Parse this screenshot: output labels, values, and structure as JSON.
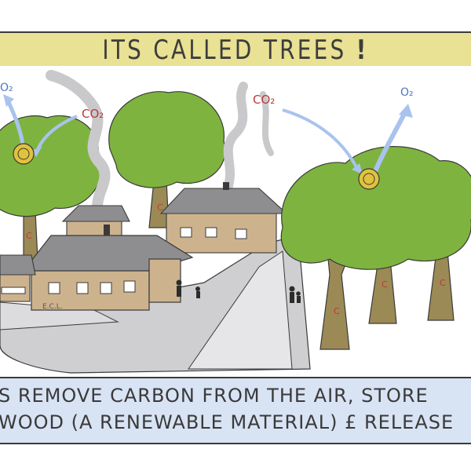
{
  "title": "ITS CALLED TREES",
  "title_mark": "!",
  "caption": {
    "line1": "S REMOVE CARBON FROM THE AIR, STORE",
    "line2": "WOOD (A RENEWABLE MATERIAL) £ RELEASE"
  },
  "labels": {
    "co2_left": "CO₂",
    "co2_mid": "CO₂",
    "o2_left": "O₂",
    "o2_right": "O₂",
    "carbon_mark": "C",
    "artist_signature": "E.C.L."
  },
  "colors": {
    "title_band": "#e9e193",
    "caption_band": "#d8e3f4",
    "tree_canopy": "#7fb33f",
    "tree_trunk": "#9b8a55",
    "house_wall": "#cdb38d",
    "roof": "#8e8e91",
    "arrow": "#a9c3ee",
    "carbon_circle": "#e0c23d"
  }
}
